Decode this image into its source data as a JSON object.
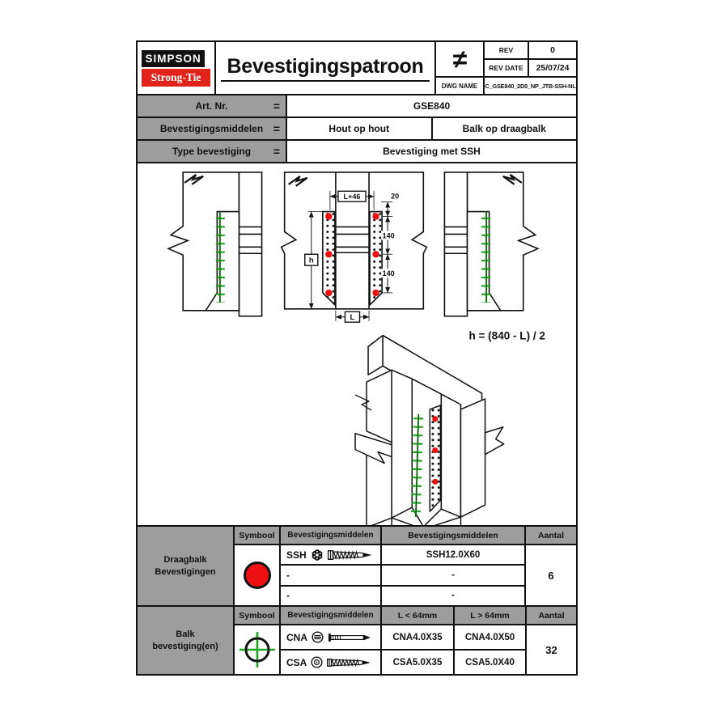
{
  "header": {
    "brand_top": "SIMPSON",
    "brand_bottom": "Strong-Tie",
    "title": "Bevestigingspatroon",
    "symbol": "≠",
    "rev": {
      "label": "REV",
      "value": "0"
    },
    "rev_date": {
      "label": "REV DATE",
      "value": "25/07/24"
    },
    "dwg": {
      "label": "DWG NAME",
      "value": "C_GSE840_2D0_NP_JTB-SSH-NL"
    }
  },
  "info": {
    "art": {
      "label": "Art. Nr.",
      "eq": "=",
      "value": "GSE840"
    },
    "middelen": {
      "label": "Bevestigingsmiddelen",
      "eq": "=",
      "value_left": "Hout op hout",
      "value_right": "Balk op draagbalk"
    },
    "type": {
      "label": "Type bevestiging",
      "eq": "=",
      "value": "Bevestiging met SSH"
    }
  },
  "drawing": {
    "dims": {
      "width_top": "L+46",
      "offset_top": "20",
      "spacing_1": "140",
      "spacing_2": "140",
      "height": "h",
      "width_bottom": "L"
    },
    "formula": "h = (840 - L) / 2"
  },
  "table_draagbalk": {
    "row_title_line1": "Draagbalk",
    "row_title_line2": "Bevestigingen",
    "col_symbool": "Symbool",
    "col_middelen_1": "Bevestigingsmiddelen",
    "col_middelen_2": "Bevestigingsmiddelen",
    "col_aantal": "Aantal",
    "rows": [
      {
        "name": "SSH",
        "product": "SSH12.0X60"
      },
      {
        "name": "-",
        "product": "-"
      },
      {
        "name": "-",
        "product": "-"
      }
    ],
    "aantal": "6"
  },
  "table_balk": {
    "row_title_line1": "Balk",
    "row_title_line2": "bevestiging(en)",
    "col_symbool": "Symbool",
    "col_middelen": "Bevestigingsmiddelen",
    "col_small": "L < 64mm",
    "col_large": "L > 64mm",
    "col_aantal": "Aantal",
    "rows": [
      {
        "name": "CNA",
        "small": "CNA4.0X35",
        "large": "CNA4.0X50"
      },
      {
        "name": "CSA",
        "small": "CSA5.0X35",
        "large": "CSA5.0X40"
      }
    ],
    "aantal": "32"
  },
  "colors": {
    "accent_red": "#ee1111",
    "accent_green": "#1fa41f",
    "header_gray": "#9d9d9d",
    "brand_red": "#e2231a"
  }
}
